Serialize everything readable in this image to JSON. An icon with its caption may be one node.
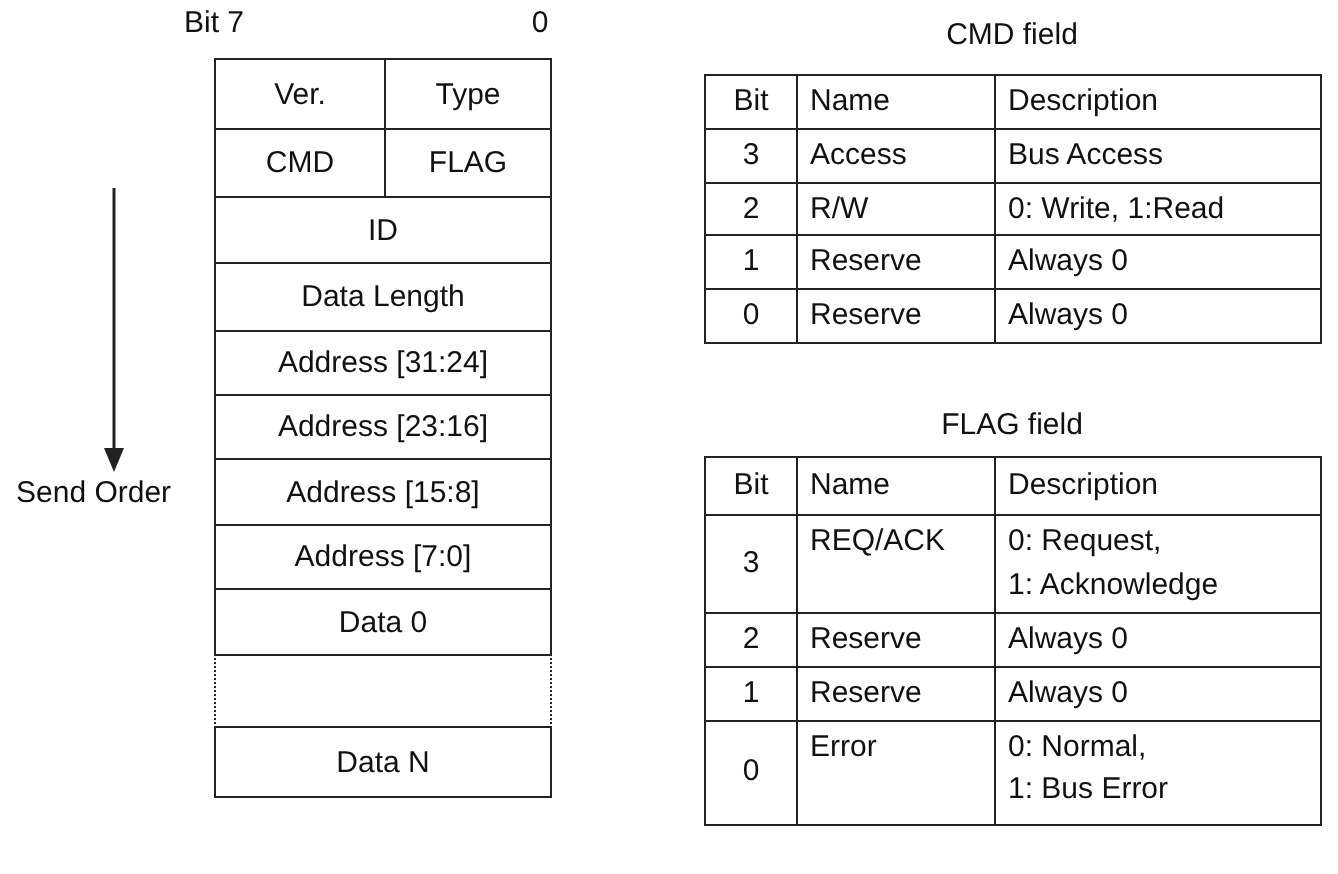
{
  "diagram": {
    "nodes": [
      {
        "text": [
          "Ver."
        ]
      },
      {
        "text": [
          "Type"
        ]
      },
      {
        "text": [
          "CMD"
        ]
      },
      {
        "text": [
          "FLAG"
        ]
      },
      {
        "text": [
          "ID"
        ]
      },
      {
        "text": [
          "Data Length"
        ]
      },
      {
        "text": [
          "Address [31:24]"
        ]
      },
      {
        "text": [
          "Address [23:16]"
        ]
      },
      {
        "text": [
          "Address [15:8]"
        ]
      },
      {
        "text": [
          "Address [7:0]"
        ]
      },
      {
        "text": [
          "Data 0"
        ]
      },
      {
        "text": [],
        "shape": "box"
      },
      {
        "text": [
          "Data N"
        ]
      }
    ],
    "labels": [
      "Bit 7",
      "0",
      "Send Order",
      "CMD field",
      "Bit",
      "Name",
      "Description",
      "3",
      "Access",
      "Bus Access",
      "2",
      "R/W",
      "0: Write, 1:Read",
      "1",
      "Reserve",
      "Always 0",
      "0",
      "Reserve",
      "Always 0",
      "FLAG field",
      "Bit",
      "Name",
      "Description",
      "3",
      "REQ/ACK",
      "0: Request, 1: Acknowledge",
      "2",
      "Reserve",
      "Always 0",
      "1",
      "Reserve",
      "Always 0",
      "0",
      "Error",
      "0: Normal, 1: Bus Error"
    ]
  }
}
